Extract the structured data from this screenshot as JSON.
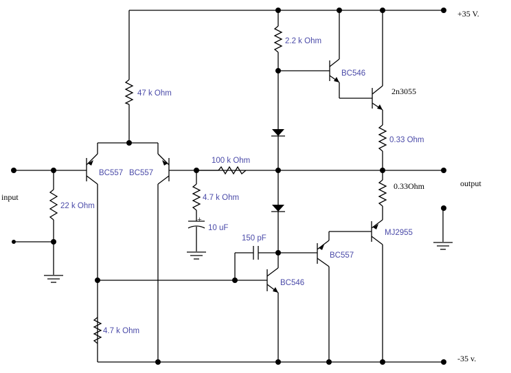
{
  "labels": {
    "supply_pos": "+35 V.",
    "supply_neg": "-35 v.",
    "input": "input",
    "output": "output",
    "r_22k": "22 k Ohm",
    "r_47k": "47 k Ohm",
    "r_2_2k": "2.2 k Ohm",
    "r_100k": "100 k Ohm",
    "r_4_7k_fb": "4.7 k Ohm",
    "r_4_7k_tail": "4.7 k Ohm",
    "r_033_top": "0.33  Ohm",
    "r_033_bot": "0.33Ohm",
    "c_10u": "10 uF",
    "c_150p": "150 pF",
    "cap_plus": "+",
    "q_bc557_left": "BC557",
    "q_bc557_right": "BC557",
    "q_bc546_driver": "BC546",
    "q_bc546_vas": "BC546",
    "q_bc557_driver": "BC557",
    "q_2n3055": "2n3055",
    "q_mj2955": "MJ2955"
  },
  "colors": {
    "wire": "#000000",
    "component_label": "#4a4aa8",
    "rail_label": "#000000"
  }
}
